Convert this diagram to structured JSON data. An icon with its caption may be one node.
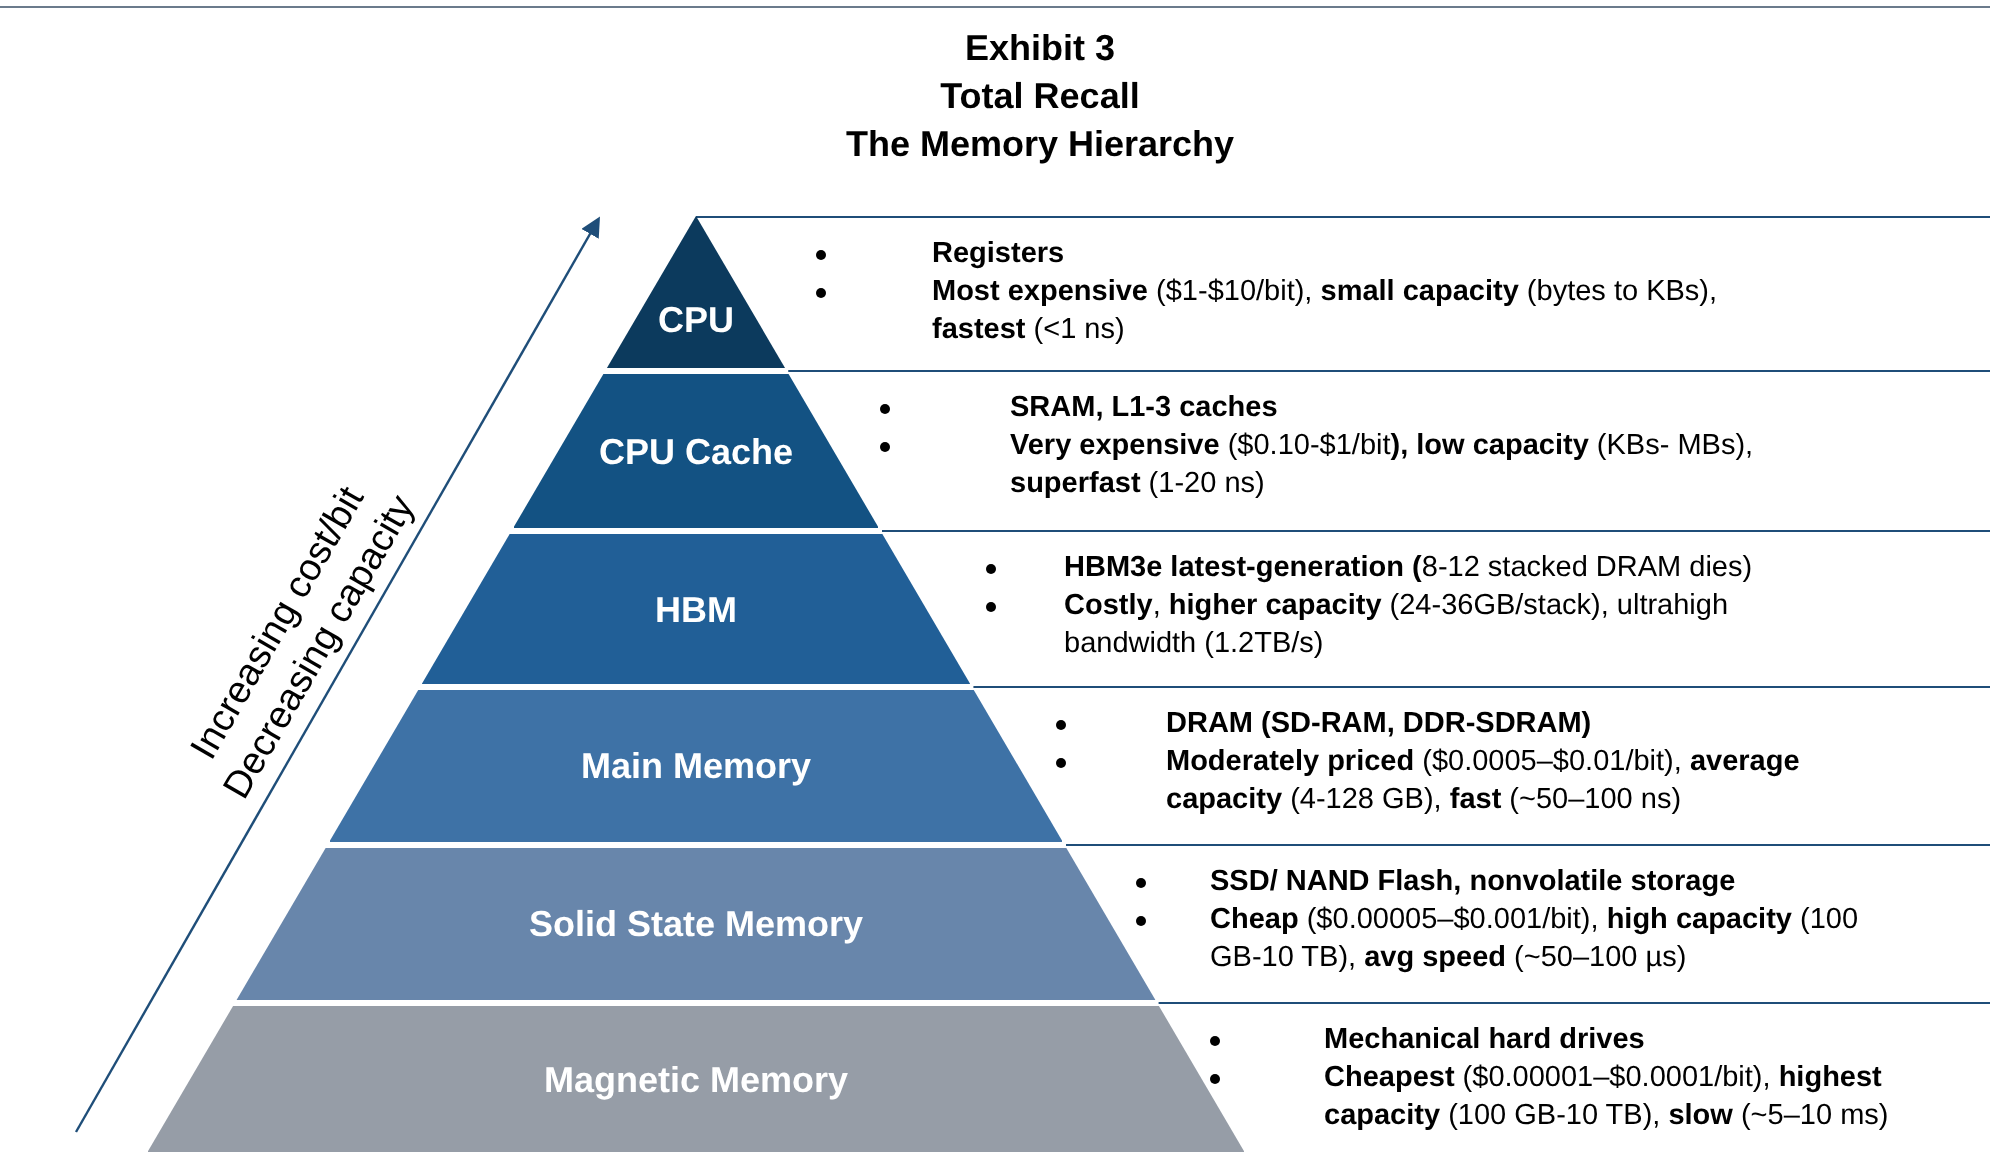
{
  "diagram": {
    "title": "Exhibit 3",
    "nodes": [
      {
        "text": [
          "CPU"
        ],
        "beside": [
          "**Registers**",
          "**Most expensive** ($1-$10/bit), **small capacity** (bytes to KBs), **fastest** (<1 ns)"
        ]
      },
      {
        "text": [
          "CPU Cache"
        ],
        "beside": [
          "**SRAM, L1-3 caches**",
          "**Very expensive** ($0.10-$1/bit**), low capacity** (KBs- MBs), **superfast** (1-20 ns)"
        ]
      },
      {
        "text": [
          "HBM"
        ],
        "beside": [
          "**HBM3e latest-generation (**8-12 stacked DRAM dies)",
          "**Costly**, **higher capacity** (24-36GB/stack), ultrahigh bandwidth (1.2TB/s)"
        ]
      },
      {
        "text": [
          "Main Memory"
        ],
        "beside": [
          "**DRAM (SD-RAM, DDR-SDRAM)**",
          "**Moderately priced** ($0.0005–$0.01/bit), **average capacity** (4-128 GB), **fast** (~50–100 ns)"
        ]
      },
      {
        "text": [
          "Solid State Memory"
        ],
        "beside": [
          "**SSD/ NAND Flash, nonvolatile storage**",
          "**Cheap** ($0.00005–$0.001/bit), **high capacity** (100 GB-10 TB), **avg speed** (~50–100 µs)"
        ]
      },
      {
        "text": [
          "Magnetic Memory"
        ],
        "beside": [
          "**Mechanical hard drives**",
          "**Cheapest** ($0.00001–$0.0001/bit), **highest capacity** (100 GB-10 TB), **slow** (~5–10 ms)"
        ]
      }
    ],
    "edges": [],
    "labels": [
      "Total Recall",
      "The Memory Hierarchy",
      "Increasing cost/bit",
      "Decreasing capacity"
    ]
  }
}
